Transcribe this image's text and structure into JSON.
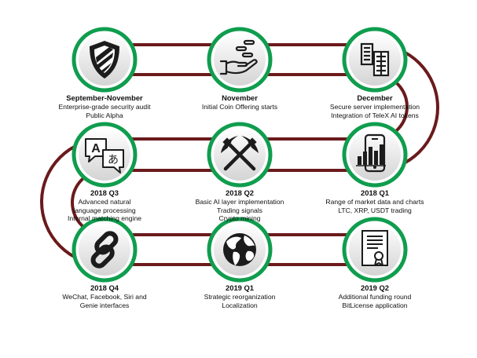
{
  "colors": {
    "track": "#6b1a1c",
    "ring": "#0f9d4e",
    "disc_top": "#ffffff",
    "disc_bottom": "#d6d6d6",
    "icon": "#1c1c1c"
  },
  "milestones": [
    {
      "title": "September-November",
      "lines": [
        "Enterprise-grade security audit",
        "Public Alpha"
      ],
      "icon": "shield-icon"
    },
    {
      "title": "November",
      "lines": [
        "Initial Coin Offering starts"
      ],
      "icon": "coin-hand-icon"
    },
    {
      "title": "December",
      "lines": [
        "Secure server implementation",
        "Integration of TeleX AI tokens"
      ],
      "icon": "server-icon"
    },
    {
      "title": "2018 Q1",
      "lines": [
        "Range of market data and charts",
        "LTC, XRP, USDT trading"
      ],
      "icon": "mobile-chart-icon"
    },
    {
      "title": "2018 Q2",
      "lines": [
        "Basic AI layer implementation",
        "Trading signals",
        "Crypto mining"
      ],
      "icon": "pickaxes-icon"
    },
    {
      "title": "2018 Q3",
      "lines": [
        "Advanced natural",
        "language processing",
        "Internal matching engine"
      ],
      "icon": "translate-icon"
    },
    {
      "title": "2018 Q4",
      "lines": [
        "WeChat, Facebook, Siri and",
        "Genie interfaces"
      ],
      "icon": "link-icon"
    },
    {
      "title": "2019 Q1",
      "lines": [
        "Strategic reorganization",
        "Localization"
      ],
      "icon": "globe-icon"
    },
    {
      "title": "2019 Q2",
      "lines": [
        "Additional funding round",
        "BitLicense application"
      ],
      "icon": "certificate-icon"
    }
  ]
}
